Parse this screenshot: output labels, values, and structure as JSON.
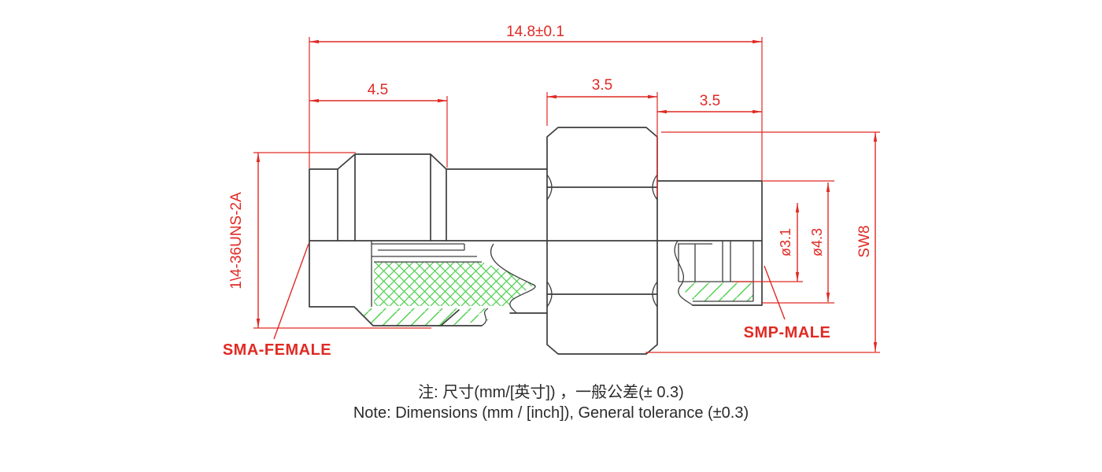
{
  "colors": {
    "dimension_red": "#e02a24",
    "outline_dark": "#3d3d3d",
    "hatch_green": "#4ed04e",
    "note_text": "#2b2b2b",
    "background": "#ffffff"
  },
  "dimensions": {
    "overall_length": "14.8±0.1",
    "sma_section_length": "4.5",
    "hex_section_length": "3.5",
    "smp_section_length": "3.5",
    "thread_spec": "1\\4-36UNS-2A",
    "inner_diameter": "ø3.1",
    "outer_diameter": "ø4.3",
    "hex_across_flats": "SW8"
  },
  "labels": {
    "left_connector": "SMA-FEMALE",
    "right_connector": "SMP-MALE"
  },
  "notes": {
    "line1_zh": "注: 尺寸(mm/[英寸]) ，一般公差(± 0.3)",
    "line2_en": "Note: Dimensions (mm / [inch]), General tolerance (±0.3)"
  }
}
